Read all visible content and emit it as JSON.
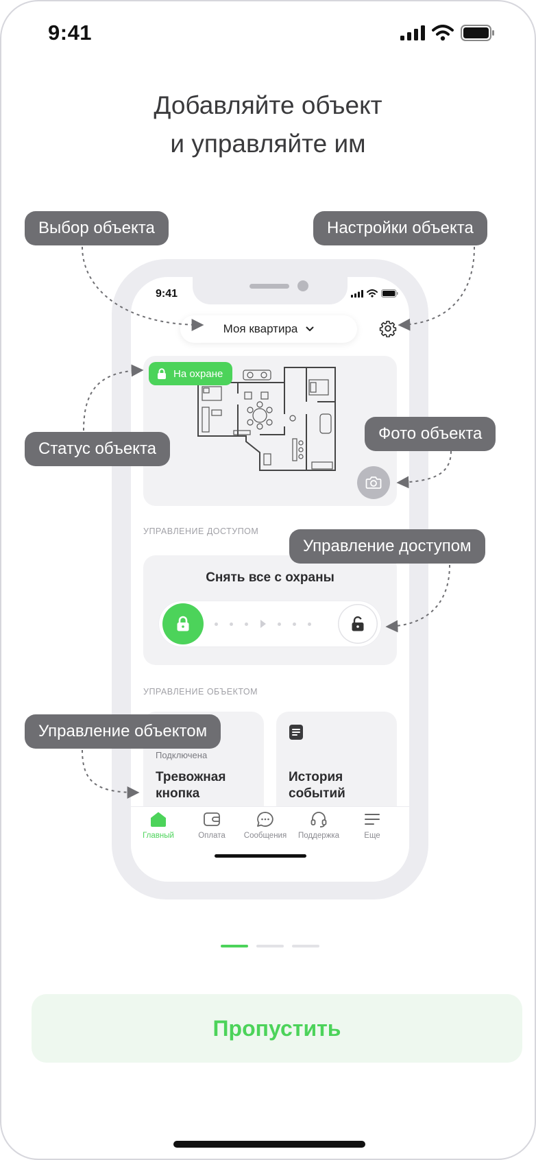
{
  "status_bar": {
    "time": "9:41"
  },
  "title": {
    "line1": "Добавляйте объект",
    "line2": "и управляйте им"
  },
  "mockup": {
    "time": "9:41",
    "object_name": "Моя квартира",
    "status_badge": "На охране",
    "access_section": "УПРАВЛЕНИЕ ДОСТУПОМ",
    "access_action": "Снять все с охраны",
    "object_section": "УПРАВЛЕНИЕ ОБЪЕКТОМ",
    "tiles": [
      {
        "sub": "Подключена",
        "name_line1": "Тревожная",
        "name_line2": "кнопка"
      },
      {
        "sub": "",
        "name_line1": "История",
        "name_line2": "событий"
      }
    ],
    "tabs": [
      "Главный",
      "Оплата",
      "Сообщения",
      "Поддержка",
      "Еще"
    ]
  },
  "callouts": {
    "object_select": "Выбор объекта",
    "object_settings": "Настройки объекта",
    "object_status": "Статус объекта",
    "object_photo": "Фото объекта",
    "access_control": "Управление доступом",
    "object_control": "Управление объектом"
  },
  "pager": {
    "pages": 3,
    "active": 1
  },
  "skip_label": "Пропустить",
  "colors": {
    "accent": "#4cd35a",
    "callout": "#6e6e72",
    "skip_bg": "#eef8ef"
  },
  "icons": [
    "signal-icon",
    "wifi-icon",
    "battery-icon",
    "gear-icon",
    "lock-icon",
    "camera-icon",
    "unlock-icon",
    "document-icon",
    "home-icon",
    "wallet-icon",
    "chat-icon",
    "headset-icon",
    "menu-icon"
  ]
}
